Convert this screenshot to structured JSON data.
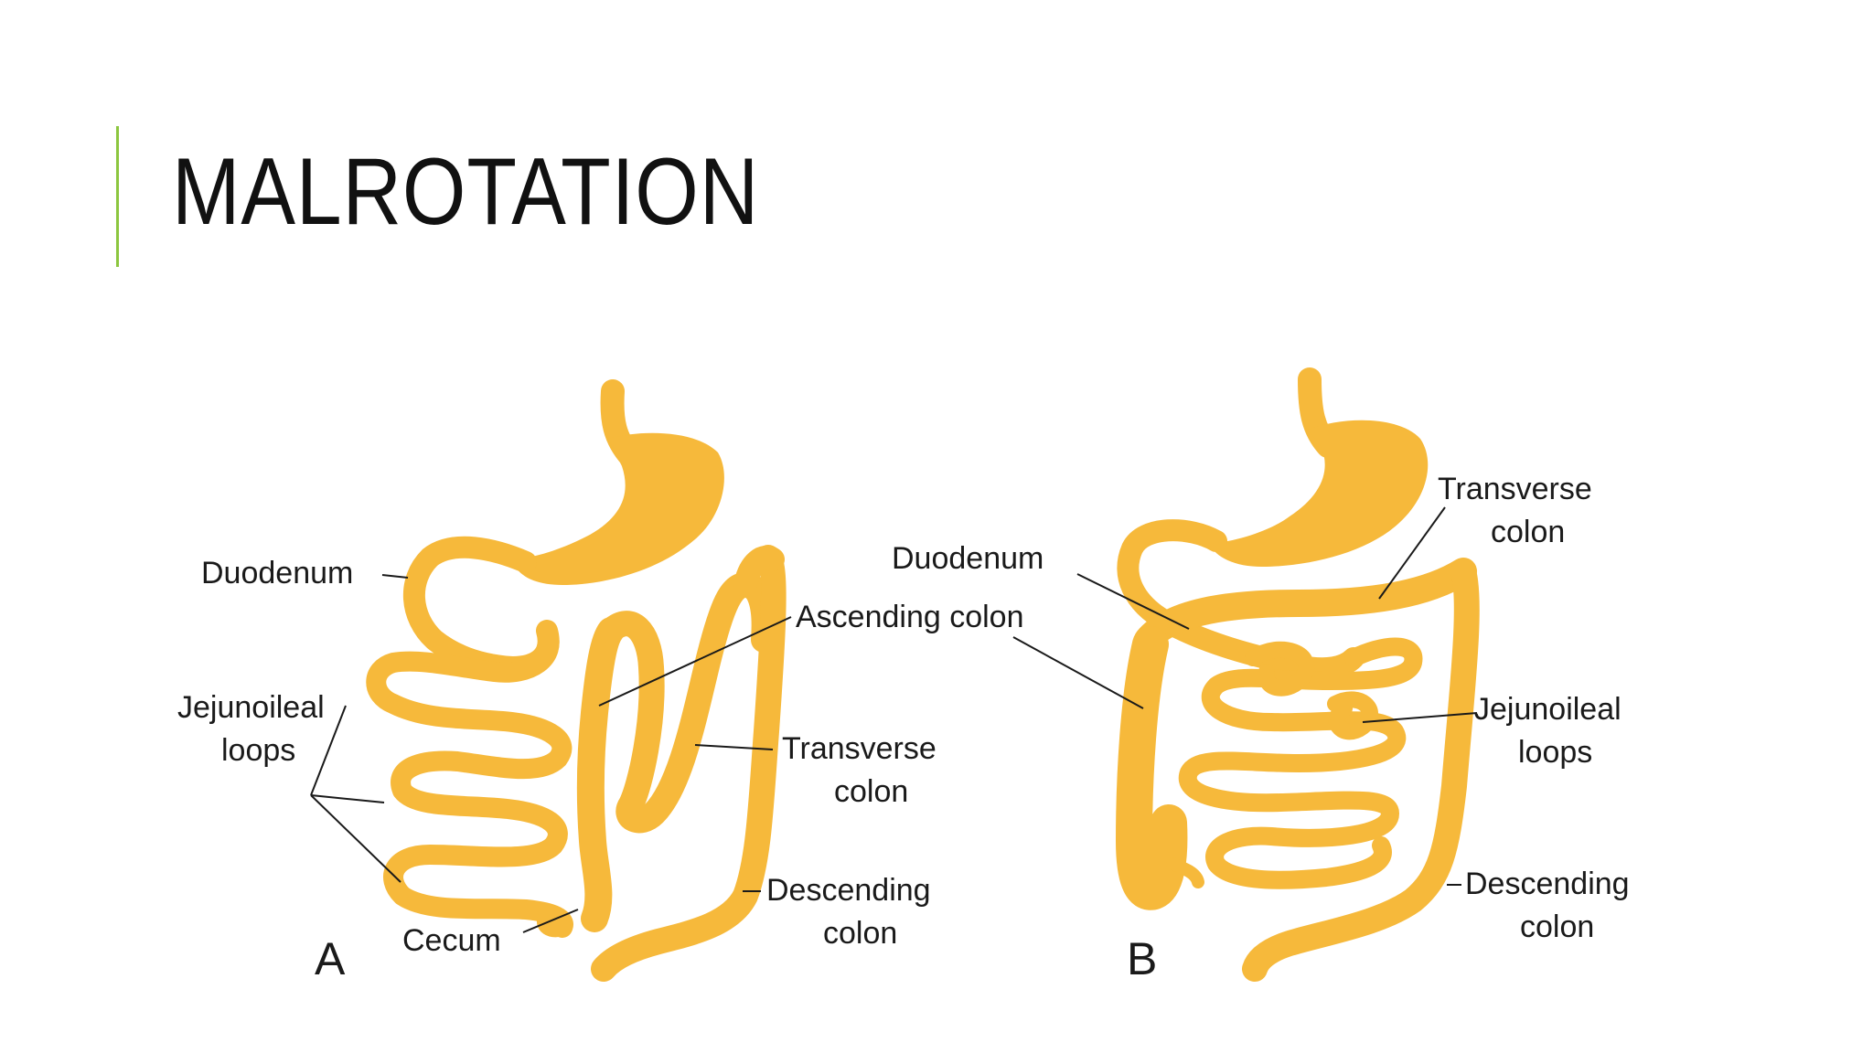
{
  "slide": {
    "title": "MALROTATION",
    "accent_color": "#8cc63f",
    "organ_color": "#f6b93b"
  },
  "panel_a": {
    "letter": "A",
    "labels": {
      "duodenum": "Duodenum",
      "jejunoileal_line1": "Jejunoileal",
      "jejunoileal_line2": "loops",
      "ascending_colon": "Ascending colon",
      "transverse_line1": "Transverse",
      "transverse_line2": "colon",
      "descending_line1": "Descending",
      "descending_line2": "colon",
      "cecum": "Cecum"
    }
  },
  "panel_b": {
    "letter": "B",
    "labels": {
      "transverse_line1": "Transverse",
      "transverse_line2": "colon",
      "duodenum": "Duodenum",
      "ascending_colon": "Ascending colon",
      "jejunoileal_line1": "Jejunoileal",
      "jejunoileal_line2": "loops",
      "descending_line1": "Descending",
      "descending_line2": "colon"
    }
  }
}
